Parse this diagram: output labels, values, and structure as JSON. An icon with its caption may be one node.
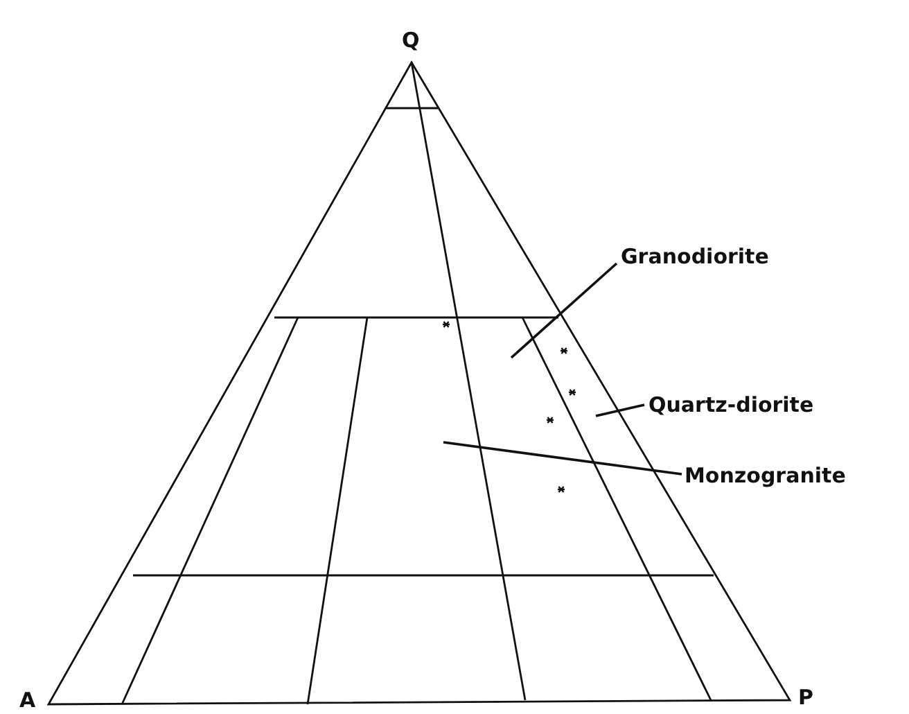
{
  "diagram": {
    "nodes": [
      {
        "text": [
          "Granodiorite"
        ]
      },
      {
        "text": [
          "Quartz-diorite"
        ]
      },
      {
        "text": [
          "Monzogranite"
        ]
      }
    ],
    "edges": [
      {
        "from": 0,
        "to": null,
        "arrow": "none"
      },
      {
        "from": 1,
        "to": null,
        "arrow": "none"
      },
      {
        "from": 2,
        "to": null,
        "arrow": "none"
      }
    ],
    "labels": [
      "Q",
      "A",
      "P"
    ]
  }
}
